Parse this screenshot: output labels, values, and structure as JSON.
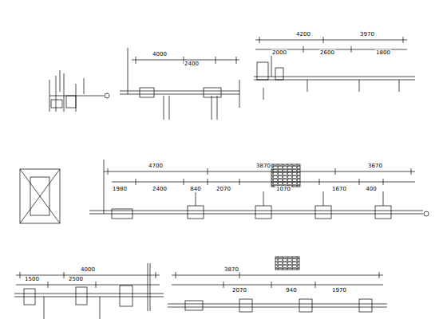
{
  "diagram": {
    "labels": [
      "4000",
      "2400",
      "4200",
      "3970",
      "2000",
      "2600",
      "1800",
      "4700",
      "3870",
      "3670",
      "1980",
      "2400",
      "840",
      "2070",
      "1070",
      "1670",
      "400",
      "4000",
      "1500",
      "2500",
      "3870",
      "2070",
      "940",
      "1970"
    ]
  }
}
